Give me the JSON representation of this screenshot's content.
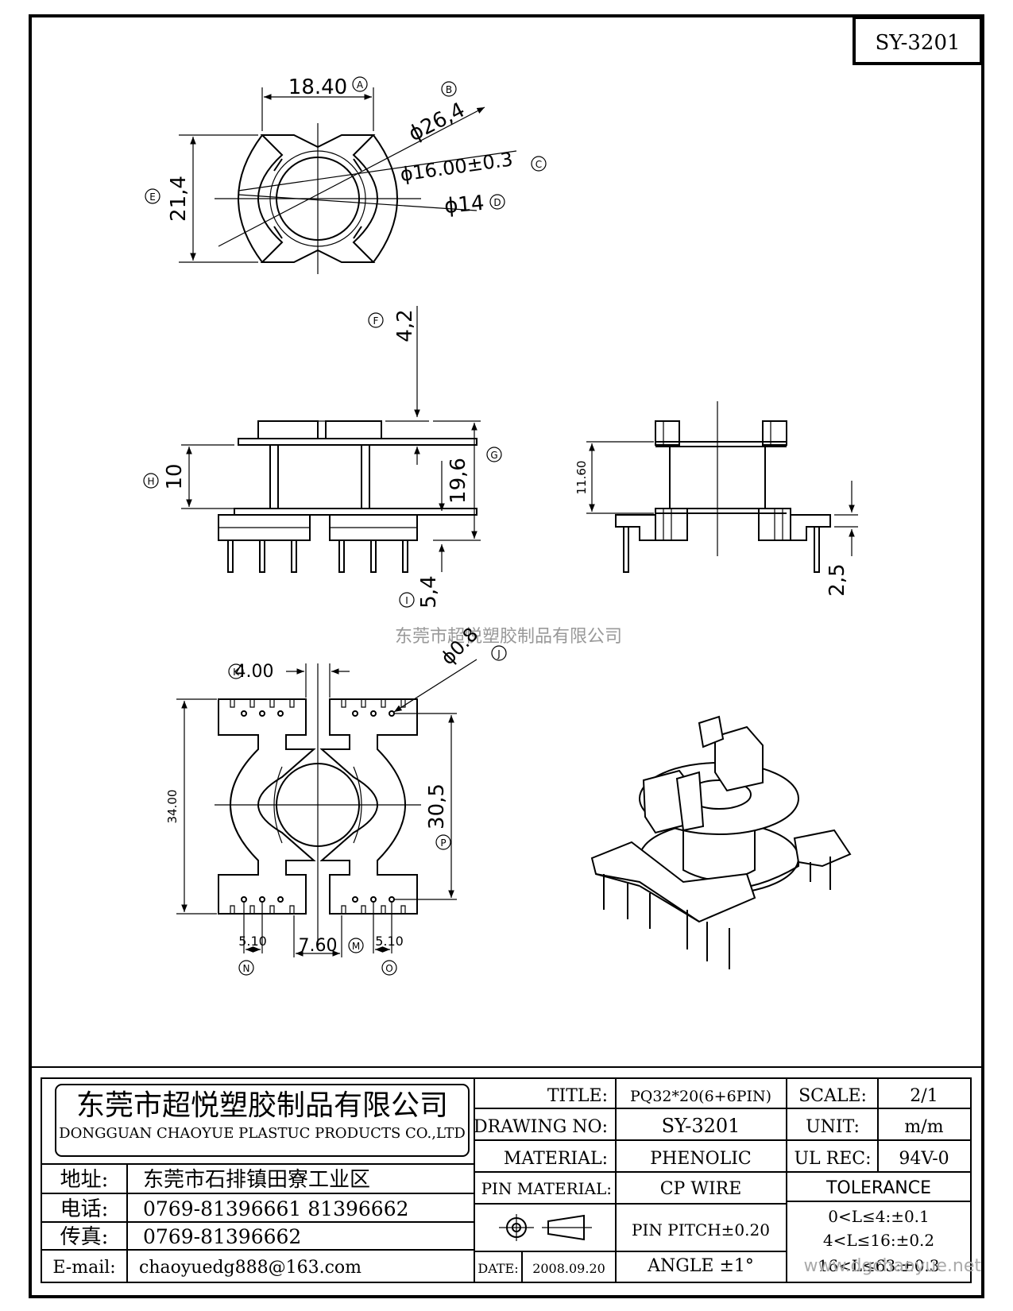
{
  "drawing_id": "SY-3201",
  "dims_top": {
    "d_18_40": "18.40",
    "label_a": "A",
    "label_b": "B",
    "d_26_4": "ϕ26,4",
    "d_16_00": "ϕ16.00±0.3",
    "label_c": "C",
    "d_14": "ϕ14",
    "label_d": "D",
    "d_21_4": "21,4",
    "label_e": "E"
  },
  "dims_side": {
    "d_4_2": "4,2",
    "label_f": "F",
    "d_10": "10",
    "label_h": "H",
    "d_19_6": "19,6",
    "label_g": "G",
    "d_5_4": "5,4",
    "label_i": "I",
    "d_11_60": "11.60",
    "d_2_5": "2,5"
  },
  "watermark": "东莞市超悦塑胶制品有限公司",
  "dims_bottom": {
    "d_4_00": "4.00",
    "label_k": "K",
    "d_0_8": "ϕ0.8",
    "label_j": "J",
    "d_34_00": "34.00",
    "d_30_5": "30,5",
    "label_p": "P",
    "d_5_10_l": "5.10",
    "label_n": "N",
    "d_7_60": "7.60",
    "label_m": "M",
    "d_5_10_r": "5.10",
    "label_o": "O"
  },
  "title_block": {
    "company_cn": "东莞市超悦塑胶制品有限公司",
    "company_en": "DONGGUAN CHAOYUE PLASTUC PRODUCTS CO.,LTD",
    "address_label": "地址:",
    "address": "东莞市石排镇田寮工业区",
    "phone_label": "电话:",
    "phone": "0769-81396661  81396662",
    "fax_label": "传真:",
    "fax": "0769-81396662",
    "email_label": "E-mail:",
    "email": "chaoyuedg888@163.com",
    "title_label": "TITLE:",
    "title": "PQ32*20(6+6PIN)",
    "drawing_no_label": "DRAWING NO:",
    "drawing_no": "SY-3201",
    "material_label": "MATERIAL:",
    "material": "PHENOLIC",
    "pin_material_label": "PIN MATERIAL:",
    "pin_material": "CP WIRE",
    "date_label": "DATE:",
    "date": "2008.09.20",
    "pin_pitch": "PIN PITCH±0.20",
    "angle": "ANGLE  ±1°",
    "scale_label": "SCALE:",
    "scale": "2/1",
    "unit_label": "UNIT:",
    "unit": "m/m",
    "ul_label": "UL REC:",
    "ul": "94V-0",
    "tolerance_label": "TOLERANCE",
    "tol_1": "0<L≤4:±0.1",
    "tol_2": "4<L≤16:±0.2",
    "tol_3": "16<L≤63:±0.3"
  },
  "site_watermark": "www.dgchaoyue.net"
}
